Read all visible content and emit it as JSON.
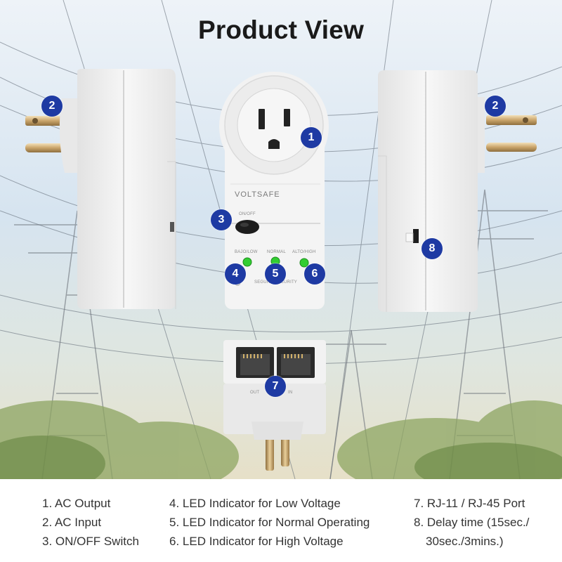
{
  "page": {
    "title": "Product View",
    "accent_color": "#1e3aa3"
  },
  "device": {
    "brand": "VOLTSAFE",
    "switch_label": "ON/OFF",
    "led_labels": [
      "BAJO/LOW",
      "NORMAL",
      "ALTO/HIGH"
    ],
    "front_footer": "SEGURO  SECURITY",
    "port_labels": [
      "OUT",
      "IN"
    ]
  },
  "callouts": {
    "ac_output": "1",
    "ac_input_left": "2",
    "ac_input_right": "2",
    "on_off_switch": "3",
    "led_low": "4",
    "led_normal": "5",
    "led_high": "6",
    "rj_port": "7",
    "delay_time": "8"
  },
  "legend": {
    "col1": [
      "1. AC Output",
      "2. AC Input",
      "3. ON/OFF Switch"
    ],
    "col2": [
      "4. LED Indicator for Low Voltage",
      "5. LED Indicator for Normal Operating",
      "6. LED Indicator for High Voltage"
    ],
    "col3": [
      "7. RJ-11 / RJ-45 Port",
      "8. Delay time (15sec./",
      "30sec./3mins.)"
    ]
  }
}
